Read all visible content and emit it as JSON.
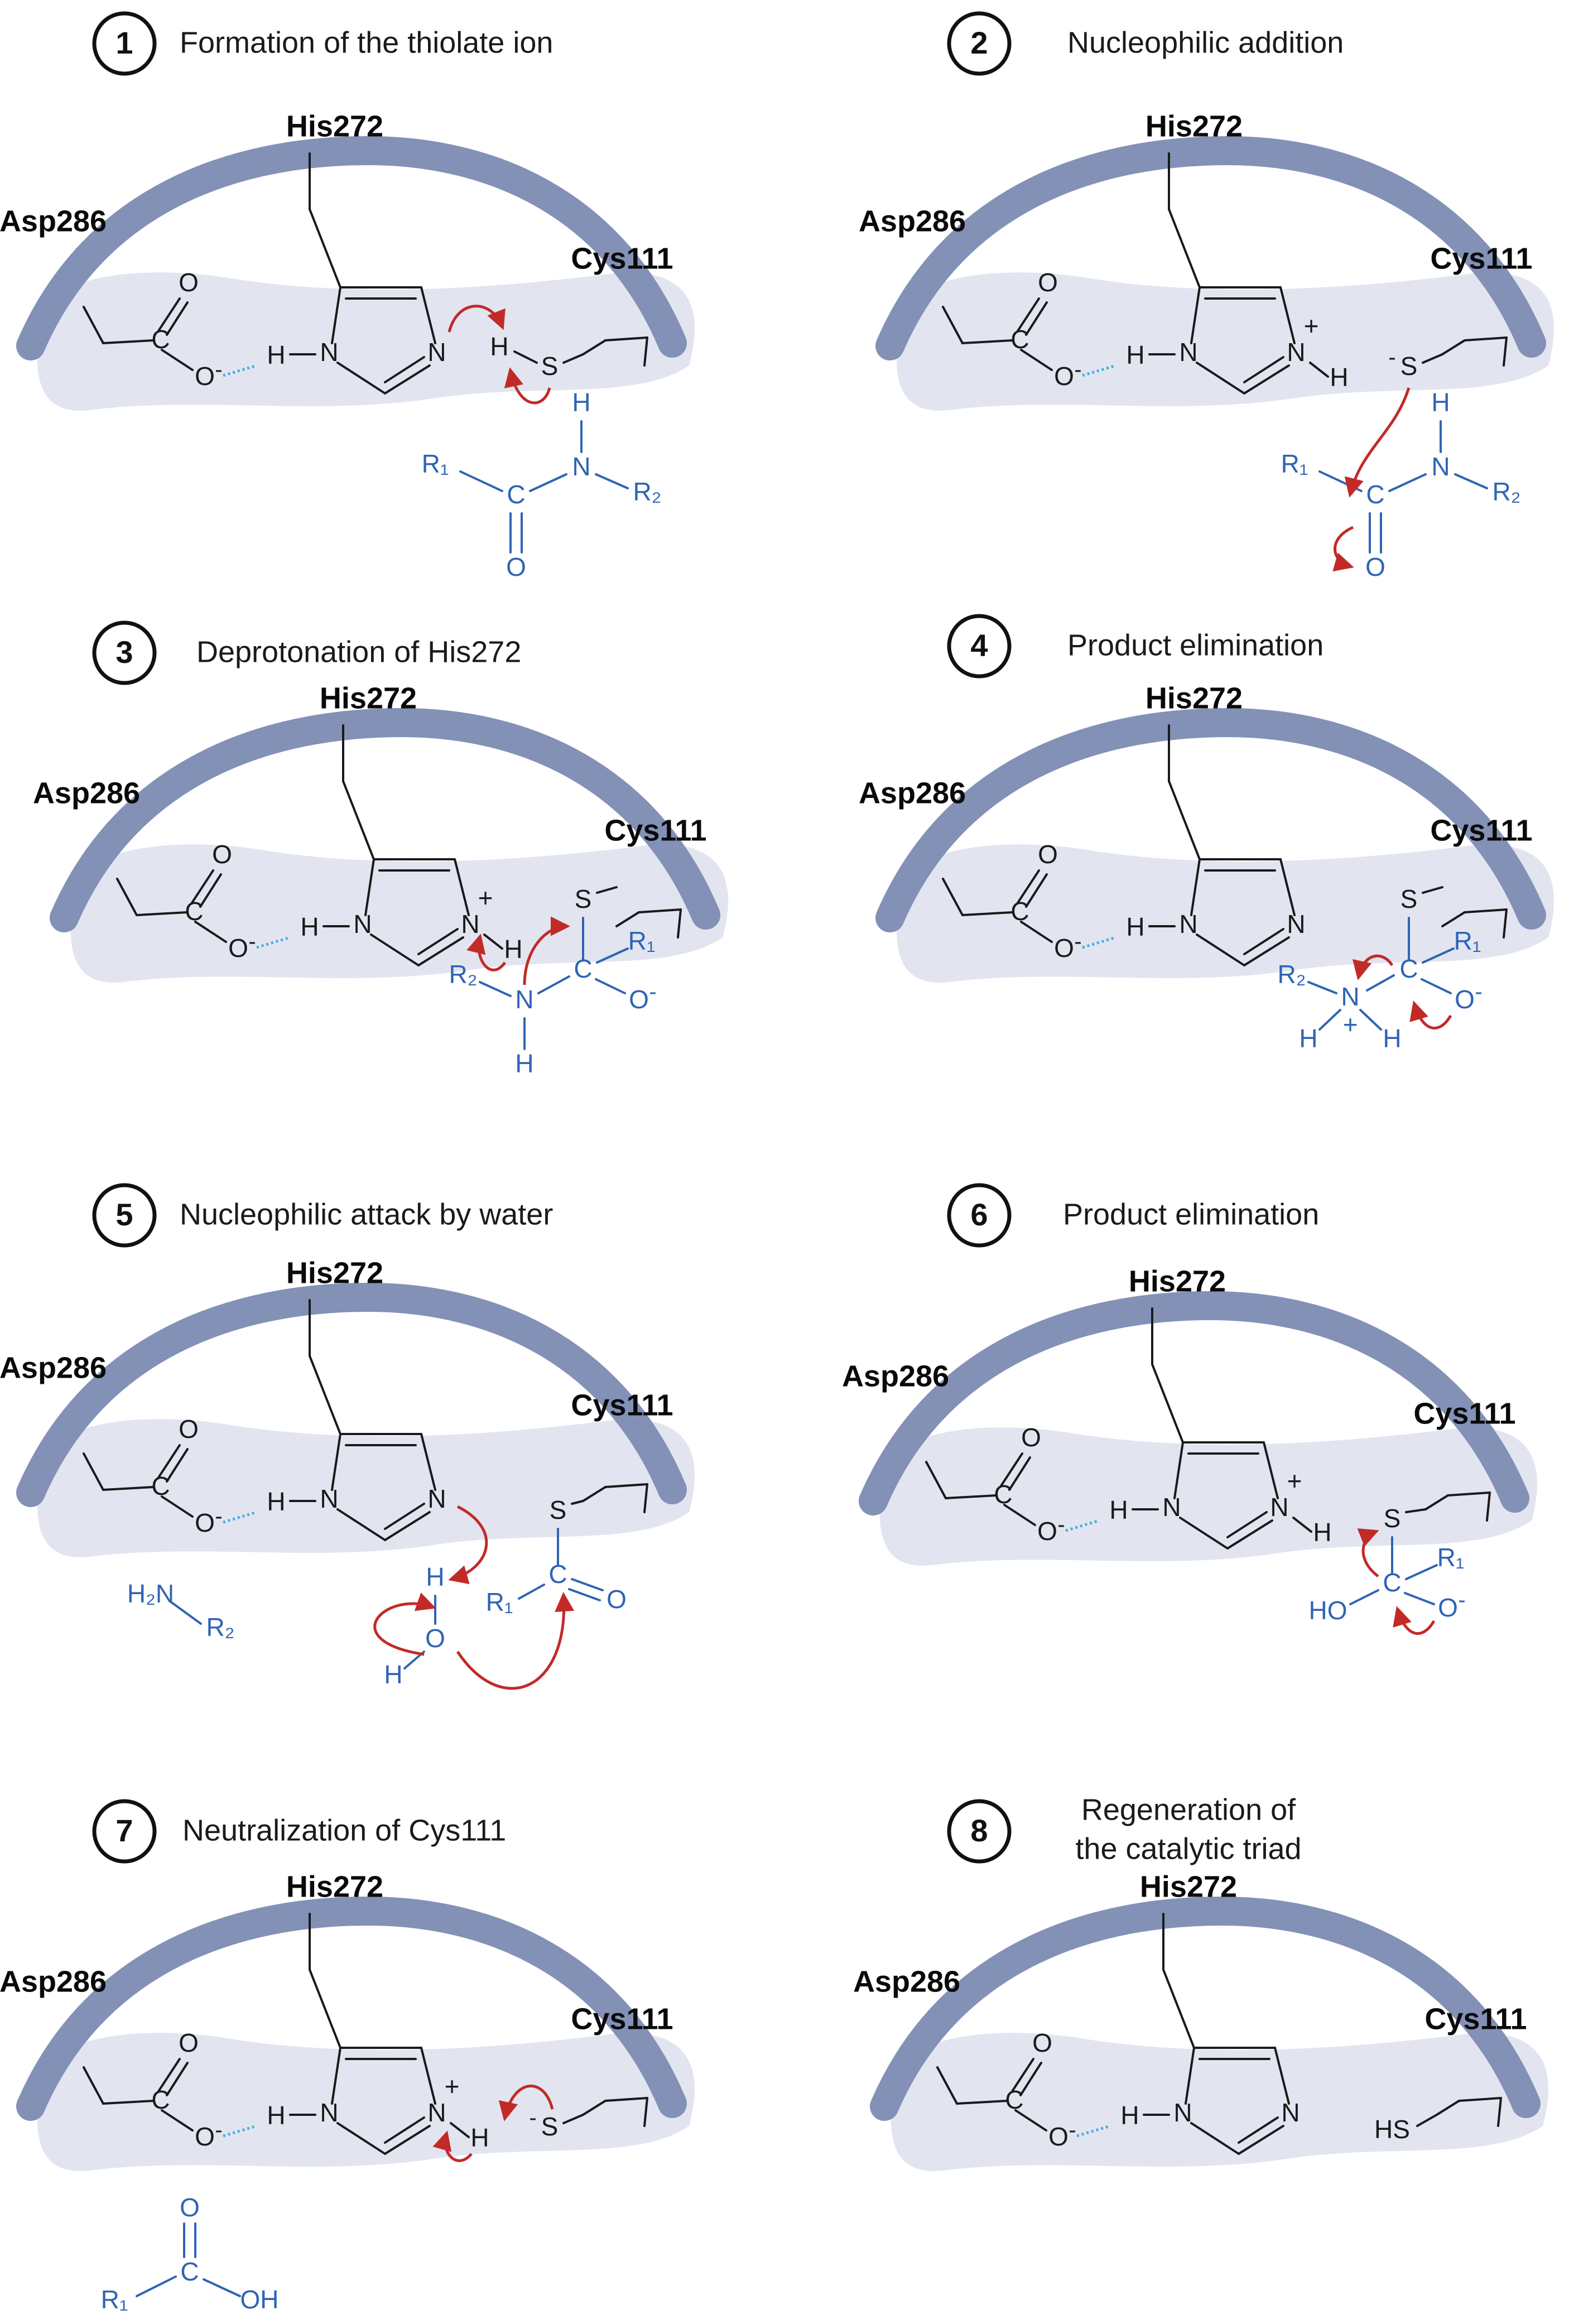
{
  "colors": {
    "arc": "#8391b7",
    "pocket": "#e2e5f0",
    "substrate": "#2f64b4",
    "bond": "#1a1a1a",
    "arrow": "#c22a28",
    "hbond": "#4aaee0"
  },
  "residues": {
    "his": "His272",
    "asp": "Asp286",
    "cys": "Cys111"
  },
  "steps": [
    {
      "number": "1",
      "title": [
        "Formation of the thiolate ion"
      ]
    },
    {
      "number": "2",
      "title": [
        "Nucleophilic addition"
      ]
    },
    {
      "number": "3",
      "title": [
        "Deprotonation of His272"
      ]
    },
    {
      "number": "4",
      "title": [
        "Product elimination"
      ]
    },
    {
      "number": "5",
      "title": [
        "Nucleophilic attack by water"
      ]
    },
    {
      "number": "6",
      "title": [
        "Product elimination"
      ]
    },
    {
      "number": "7",
      "title": [
        "Neutralization of Cys111"
      ]
    },
    {
      "number": "8",
      "title": [
        "Regeneration of",
        "the catalytic triad"
      ]
    }
  ]
}
